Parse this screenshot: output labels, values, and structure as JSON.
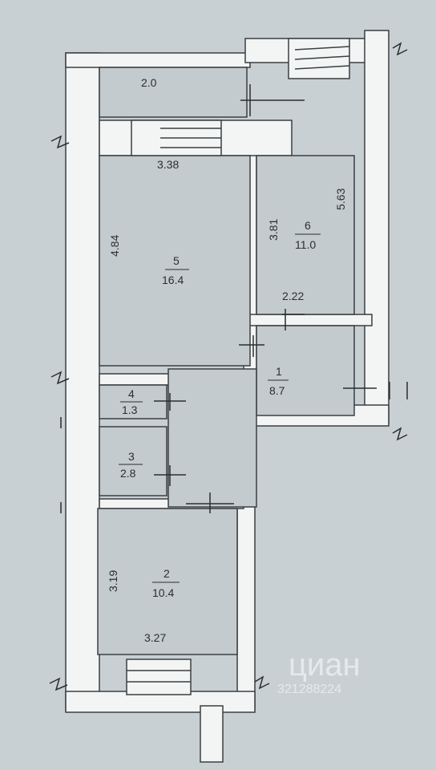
{
  "rooms": [
    {
      "id": "balcony",
      "area": "2.0"
    },
    {
      "id": "room5",
      "number": "5",
      "area": "16.4"
    },
    {
      "id": "room6",
      "number": "6",
      "area": "11.0"
    },
    {
      "id": "hall",
      "number": "1",
      "area": "8.7"
    },
    {
      "id": "room4",
      "number": "4",
      "area": "1.3"
    },
    {
      "id": "room3",
      "number": "3",
      "area": "2.8"
    },
    {
      "id": "room2",
      "number": "2",
      "area": "10.4"
    }
  ],
  "dimensions": {
    "room5_width": "3.38",
    "room5_height": "4.84",
    "room6_left": "3.81",
    "room6_right": "5.63",
    "room6_bottom": "2.22",
    "room2_height": "3.19",
    "room2_width": "3.27"
  },
  "watermark": {
    "brand": "циан",
    "code": "321288224"
  },
  "colors": {
    "paper": "#c9d0d3",
    "wall": "#f4f6f6",
    "floor": "#c4cbce",
    "ink": "#2a2e30"
  }
}
